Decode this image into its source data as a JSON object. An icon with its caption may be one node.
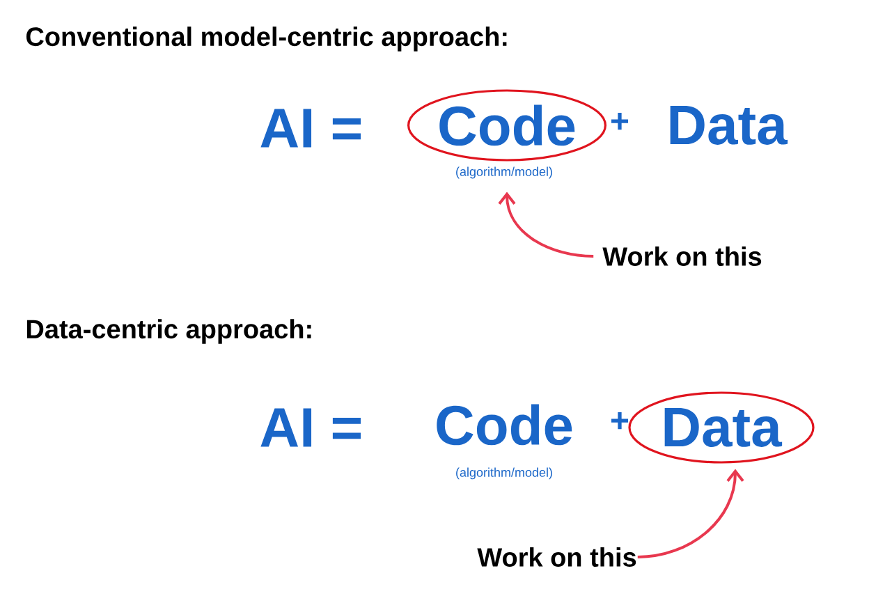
{
  "diagram": {
    "nodes": [
      {
        "text": [
          "Code"
        ],
        "beside": [
          "(algorithm/model)"
        ]
      },
      {
        "text": [
          "Work on this"
        ]
      },
      {
        "text": [
          "Data"
        ]
      },
      {
        "text": [
          "Work on this"
        ]
      }
    ],
    "edges": [
      {
        "from": 1,
        "to": 0,
        "arrow": "to"
      },
      {
        "from": 3,
        "to": 2,
        "arrow": "to"
      }
    ],
    "labels": [
      "Conventional model-centric approach:",
      "AI =",
      "+",
      "Data",
      "Data-centric approach:",
      "AI =",
      "Code",
      "+",
      "(algorithm/model)"
    ]
  }
}
